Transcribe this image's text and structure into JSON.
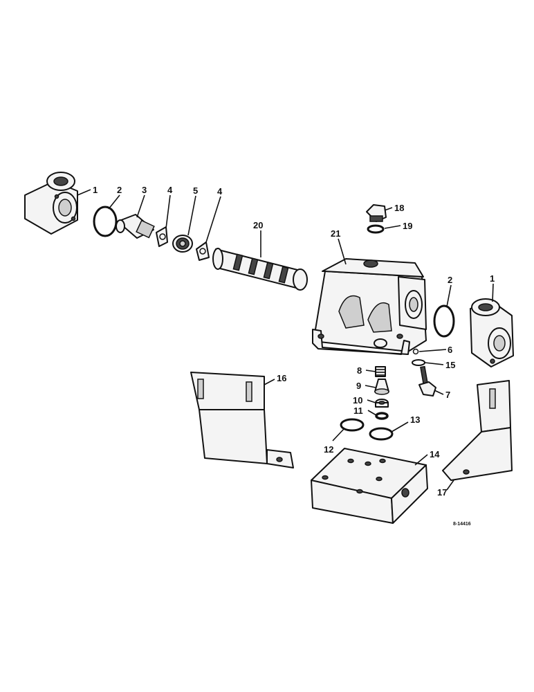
{
  "callouts": {
    "c1a": "1",
    "c2a": "2",
    "c3": "3",
    "c4a": "4",
    "c5": "5",
    "c4b": "4",
    "c20": "20",
    "c21": "21",
    "c18": "18",
    "c19": "19",
    "c2b": "2",
    "c1b": "1",
    "c6": "6",
    "c15": "15",
    "c7": "7",
    "c8": "8",
    "c9": "9",
    "c10": "10",
    "c11": "11",
    "c12": "12",
    "c13": "13",
    "c14": "14",
    "c16": "16",
    "c17": "17"
  },
  "drawing_ref": "8-14416"
}
